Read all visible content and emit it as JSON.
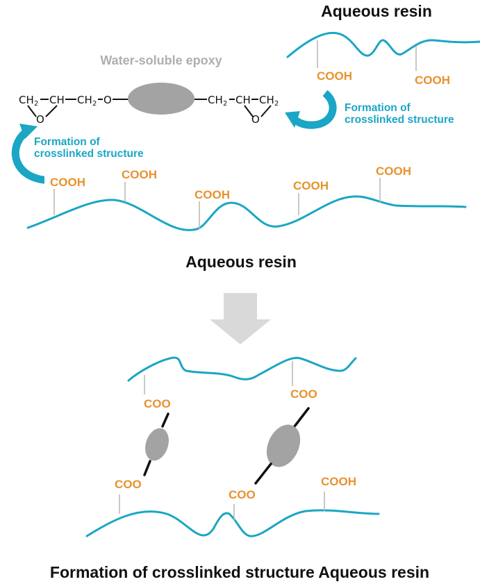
{
  "titles": {
    "top_right": "Aqueous resin",
    "middle": "Aqueous resin",
    "bottom": "Formation of crosslinked structure Aqueous resin",
    "epoxy": "Water-soluble epoxy"
  },
  "formula": {
    "ch2": "CH",
    "two": "2",
    "ch": "CH",
    "o": "O",
    "dash": "—",
    "ch2_o_mid": "–CH₂–O–"
  },
  "labels": {
    "crosslink_line1": "Formation of",
    "crosslink_line2": "crosslinked structure",
    "cooh": "COOH",
    "coo": "COO"
  },
  "colors": {
    "resin_line": "#1aa6c4",
    "acid_label": "#e8912c",
    "epoxy_blob": "#a3a3a3",
    "arrow_down": "#d9d9d9"
  }
}
